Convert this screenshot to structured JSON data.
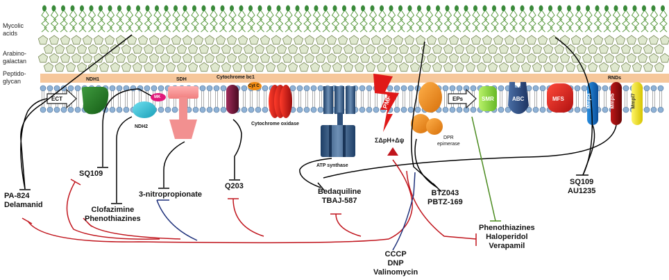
{
  "layers": {
    "mycolic": "Mycolic\nacids",
    "arabinogalactan": "Arabino-\ngalactan",
    "peptidoglycan": "Peptido-\nglycan"
  },
  "proteins": {
    "ndh1": "NDH1",
    "ndh2": "NDH2",
    "mk": "MK",
    "sdh": "SDH",
    "bc1": "Cytochrome bc1",
    "cytc": "Cyt C",
    "oxidase": "Cytochrome oxidase",
    "atp": "ATP synthase",
    "pmf": "PMF",
    "dpr": "DPR\nepimerase",
    "eps": "EPs",
    "smr": "SMR",
    "abc": "ABC",
    "mfs": "MFS",
    "rnds": "RNDs",
    "mmpl3": "Mmpl3",
    "mmpl5": "Mmpl5",
    "mmpl7": "Mmpl7",
    "ect": "ECT",
    "gradient": "ΣΔpH+Δψ"
  },
  "drugs": {
    "pa824": "PA-824\nDelamanid",
    "sq109a": "SQ109",
    "clofazimine": "Clofazimine\nPhenothiazines",
    "nitro": "3-nitropropionate",
    "q203": "Q203",
    "bedaquiline": "Bedaquiline\nTBAJ-587",
    "btz": "BTZ043\nPBTZ-169",
    "sq109b": "SQ109\nAU1235",
    "pheno": "Phenothiazines\nHaloperidol\nVerapamil",
    "cccp": "CCCP\nDNP\nValinomycin"
  },
  "colors": {
    "inhibit_black": "#000000",
    "inhibit_red": "#c0141c",
    "inhibit_blue": "#1c2f7a",
    "inhibit_green": "#4a8a1e",
    "peptidoglycan": "#f6c79b",
    "lipid_head": "#8fb2d6",
    "mycolic_head": "#3a8a3a",
    "pentagon": "#dfe8cf"
  }
}
